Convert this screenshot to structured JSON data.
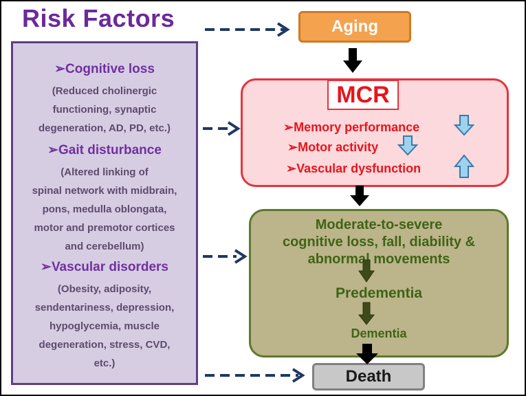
{
  "title": "Risk Factors",
  "risk_factors": [
    {
      "heading": "Cognitive loss",
      "details": [
        "(Reduced cholinergic",
        "functioning, synaptic",
        "degeneration, AD, PD, etc.)"
      ]
    },
    {
      "heading": "Gait disturbance",
      "details": [
        "(Altered linking of",
        "spinal network with midbrain,",
        "pons, medulla oblongata,",
        "motor and premotor cortices",
        "and cerebellum)"
      ]
    },
    {
      "heading": "Vascular disorders",
      "details": [
        "(Obesity, adiposity,",
        "sendentariness, depression,",
        "hypoglycemia, muscle",
        "degeneration, stress, CVD,",
        "etc.)"
      ]
    }
  ],
  "aging": "Aging",
  "mcr": {
    "label": "MCR",
    "items": [
      "Memory performance",
      "Motor activity",
      "Vascular dysfunction"
    ],
    "trends": [
      "down",
      "down",
      "up"
    ]
  },
  "outcome": {
    "lines": [
      "Moderate-to-severe",
      "cognitive loss, fall, diability &",
      "abnormal movements"
    ],
    "predementia": "Predementia",
    "dementia": "Dementia"
  },
  "death": "Death",
  "colors": {
    "title": "#6a2a9a",
    "panel_fill": "#d6cde2",
    "aging_fill": "#f4a24e",
    "mcr_fill": "#fbd9dc",
    "mcr_text": "#e8141e",
    "outcome_fill": "#bcb48a",
    "outcome_text": "#3e6417",
    "death_fill": "#c8c8c8",
    "trend_arrow": "#9dd3ee"
  }
}
